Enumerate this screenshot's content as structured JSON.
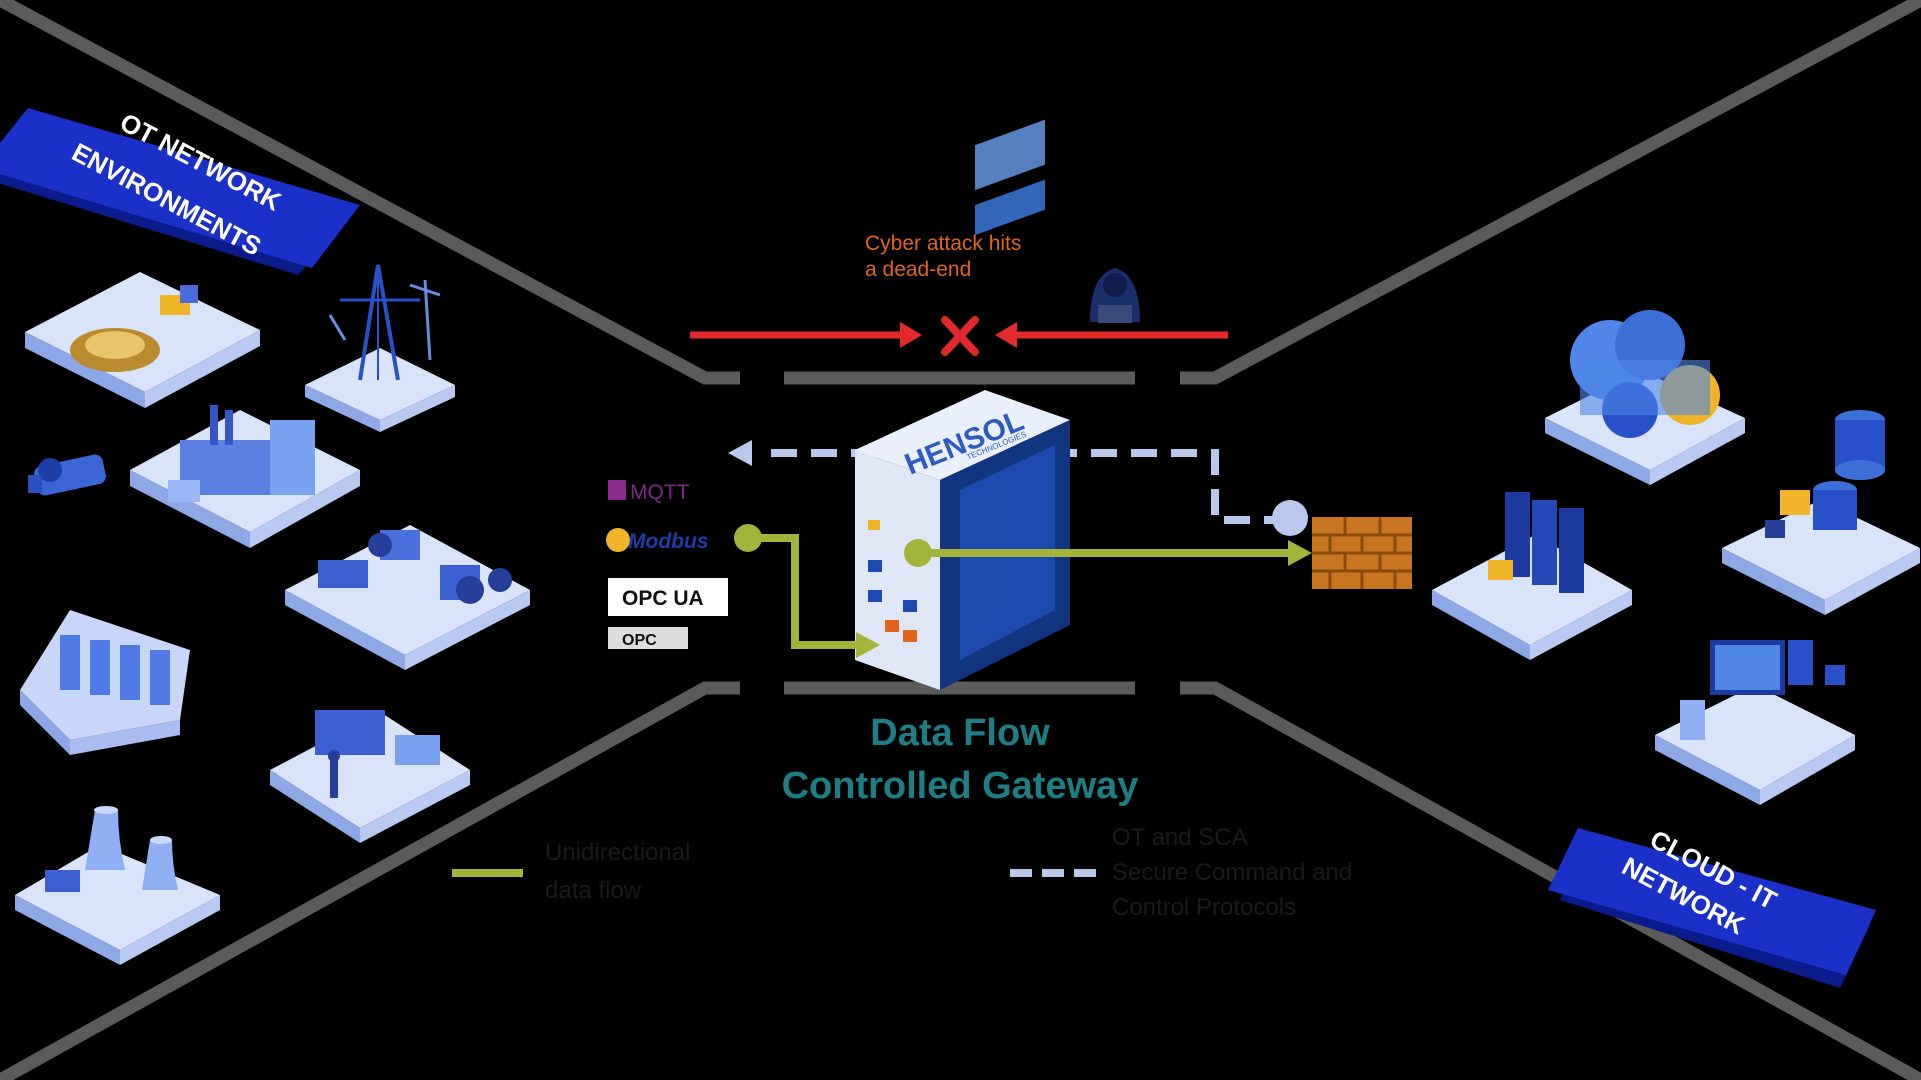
{
  "ot_label": {
    "line1": "OT NETWORK",
    "line2": "ENVIRONMENTS"
  },
  "cloud_label": {
    "line1": "CLOUD - IT",
    "line2": "NETWORK"
  },
  "attack": {
    "line1": "Cyber attack hits",
    "line2": "a dead-end"
  },
  "gateway": {
    "brand": "HENSOL",
    "brand_sub": "TECHNOLOGIES",
    "caption_line1": "Data Flow",
    "caption_line2": "Controlled Gateway"
  },
  "protocols": [
    "MQTT",
    "Modbus",
    "OPC UA",
    "OPC"
  ],
  "legend": {
    "unidirectional": {
      "line1": "Unidirectional",
      "line2": "data flow"
    },
    "bidirectional": {
      "line1": "OT and SCA",
      "line2": "Secure Command and",
      "line3": "Control Protocols"
    }
  },
  "colors": {
    "ot_blue": "#1b2fc9",
    "attack_red": "#e32a2a",
    "attack_text": "#e0641a",
    "flow_green": "#a3b43a",
    "dashed_blue": "#b9c8ec",
    "caption_teal": "#1c7f86",
    "firewall": "#c8751f"
  },
  "icons": [
    "factory-icon",
    "wind-turbine-icon",
    "camera-icon",
    "mining-plant-icon",
    "excavator-icon",
    "dam-icon",
    "lab-icon",
    "cooling-tower-icon",
    "cloud-icon",
    "server-rack-icon",
    "database-icon",
    "workstation-icon",
    "hacker-icon",
    "firewall-icon",
    "block-x-icon"
  ]
}
